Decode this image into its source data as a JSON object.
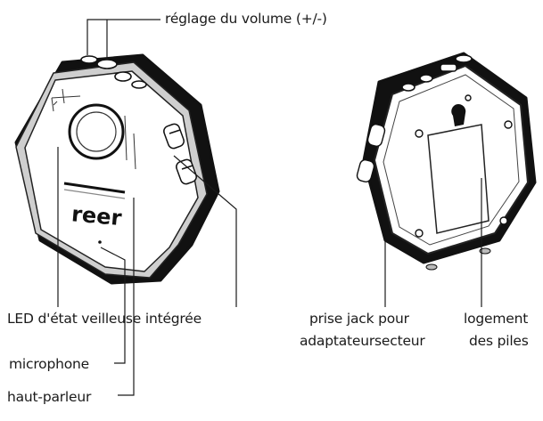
{
  "labels": {
    "volume": "réglage du volume (+/-)",
    "led": "LED d'état veilleuse intégrée",
    "microphone": "microphone",
    "speaker": "haut-parleur",
    "jack_line1": "prise jack pour",
    "jack_line2": "adaptateursecteur",
    "battery_line1": "logement",
    "battery_line2": "des piles"
  },
  "device": {
    "logo_text": "reer"
  },
  "colors": {
    "ink": "#1a1a1a",
    "body": "#111111",
    "face": "#ffffff",
    "trim": "#bdbdbd"
  }
}
